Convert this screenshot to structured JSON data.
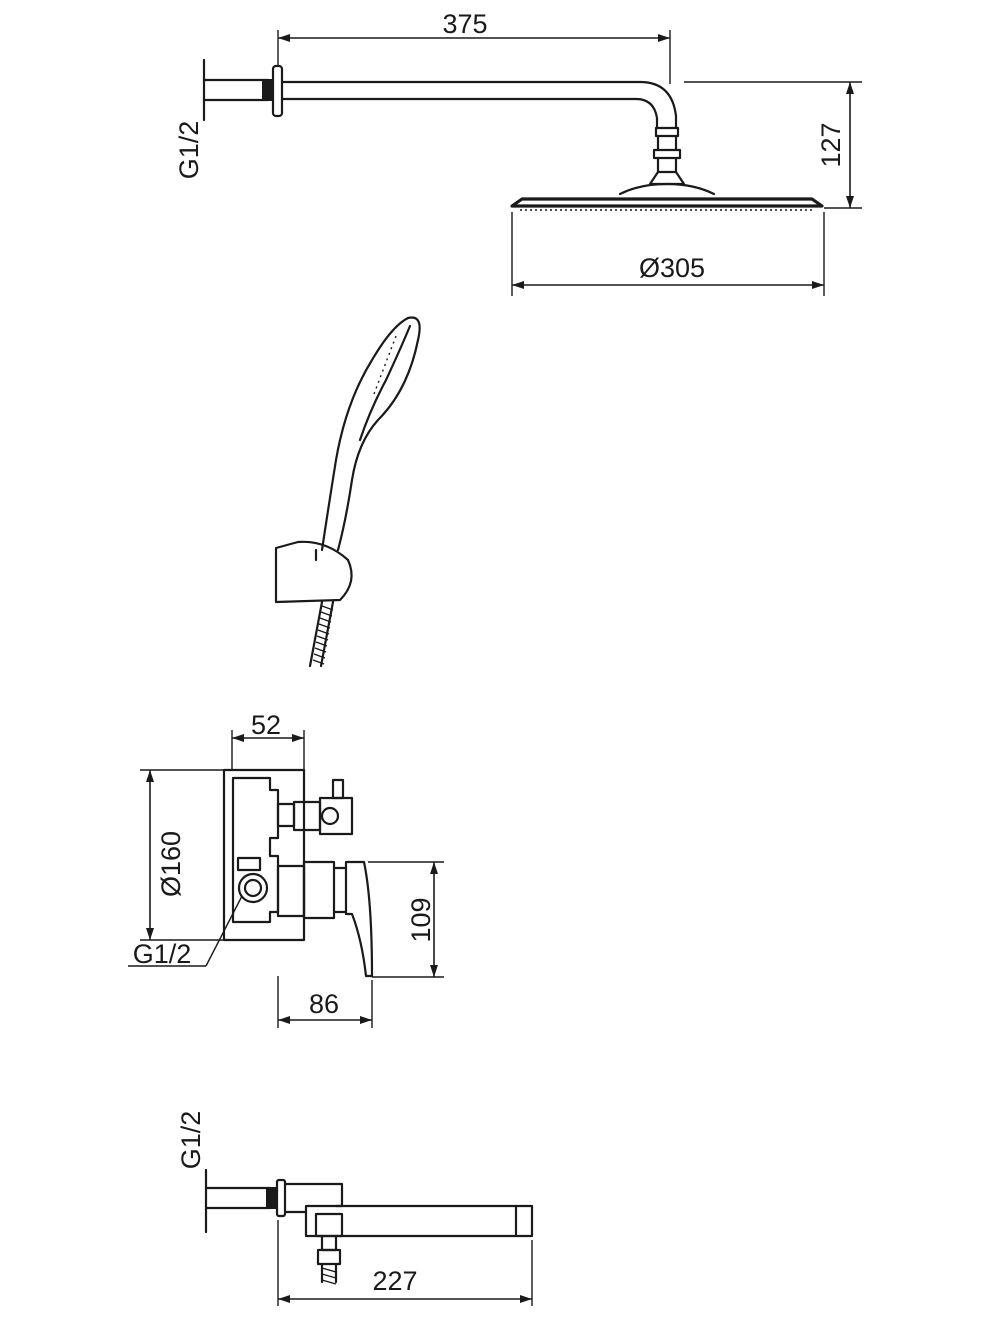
{
  "rain_shower": {
    "arm_length": "375",
    "drop_height": "127",
    "head_diameter": "Ø305",
    "thread": "G1/2"
  },
  "hand_shower": {},
  "mixer": {
    "body_width": "52",
    "cover_diameter": "Ø160",
    "handle_height": "109",
    "projection": "86",
    "thread": "G1/2"
  },
  "spout": {
    "thread": "G1/2",
    "length": "227"
  }
}
